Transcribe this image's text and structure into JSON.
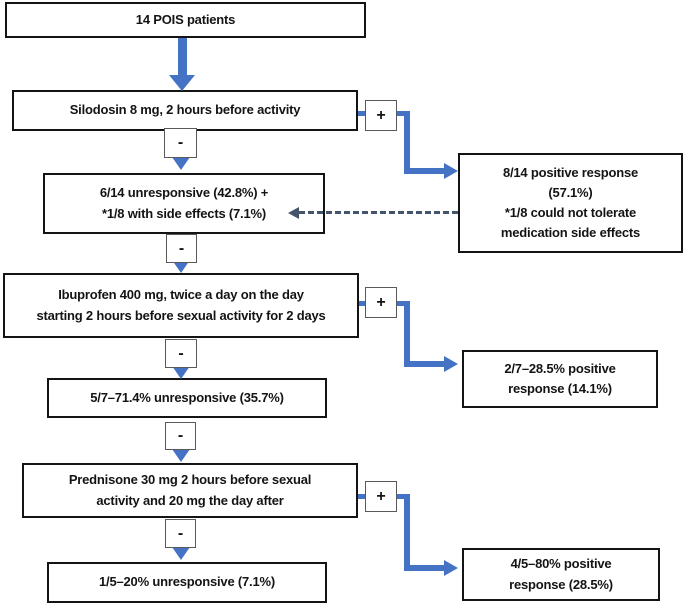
{
  "figure": {
    "type": "flowchart",
    "nodes": {
      "patients": "14 POIS patients",
      "silodosin": "Silodosin 8 mg, 2 hours before activity",
      "silodosin_negative": "6/14 unresponsive (42.8%) +\n*1/8 with side effects (7.1%)",
      "silodosin_positive": "8/14 positive response\n(57.1%)\n*1/8 could not tolerate\nmedication side effects",
      "ibuprofen": "Ibuprofen 400 mg, twice a day on the day\nstarting 2 hours before sexual activity for 2 days",
      "ibuprofen_negative": "5/7–71.4% unresponsive (35.7%)",
      "ibuprofen_positive": "2/7–28.5% positive\nresponse (14.1%)",
      "prednisone": "Prednisone 30 mg 2 hours before sexual\nactivity and 20 mg the day after",
      "prednisone_negative": "1/5–20% unresponsive (7.1%)",
      "prednisone_positive": "4/5–80% positive\nresponse (28.5%)"
    },
    "signs": {
      "plus": "+",
      "minus": "-"
    },
    "colors": {
      "arrow_blue": "#4472C4",
      "dashed_arrow": "#44546A",
      "box_border": "#141414",
      "text": "#141414",
      "background": "#ffffff"
    }
  }
}
